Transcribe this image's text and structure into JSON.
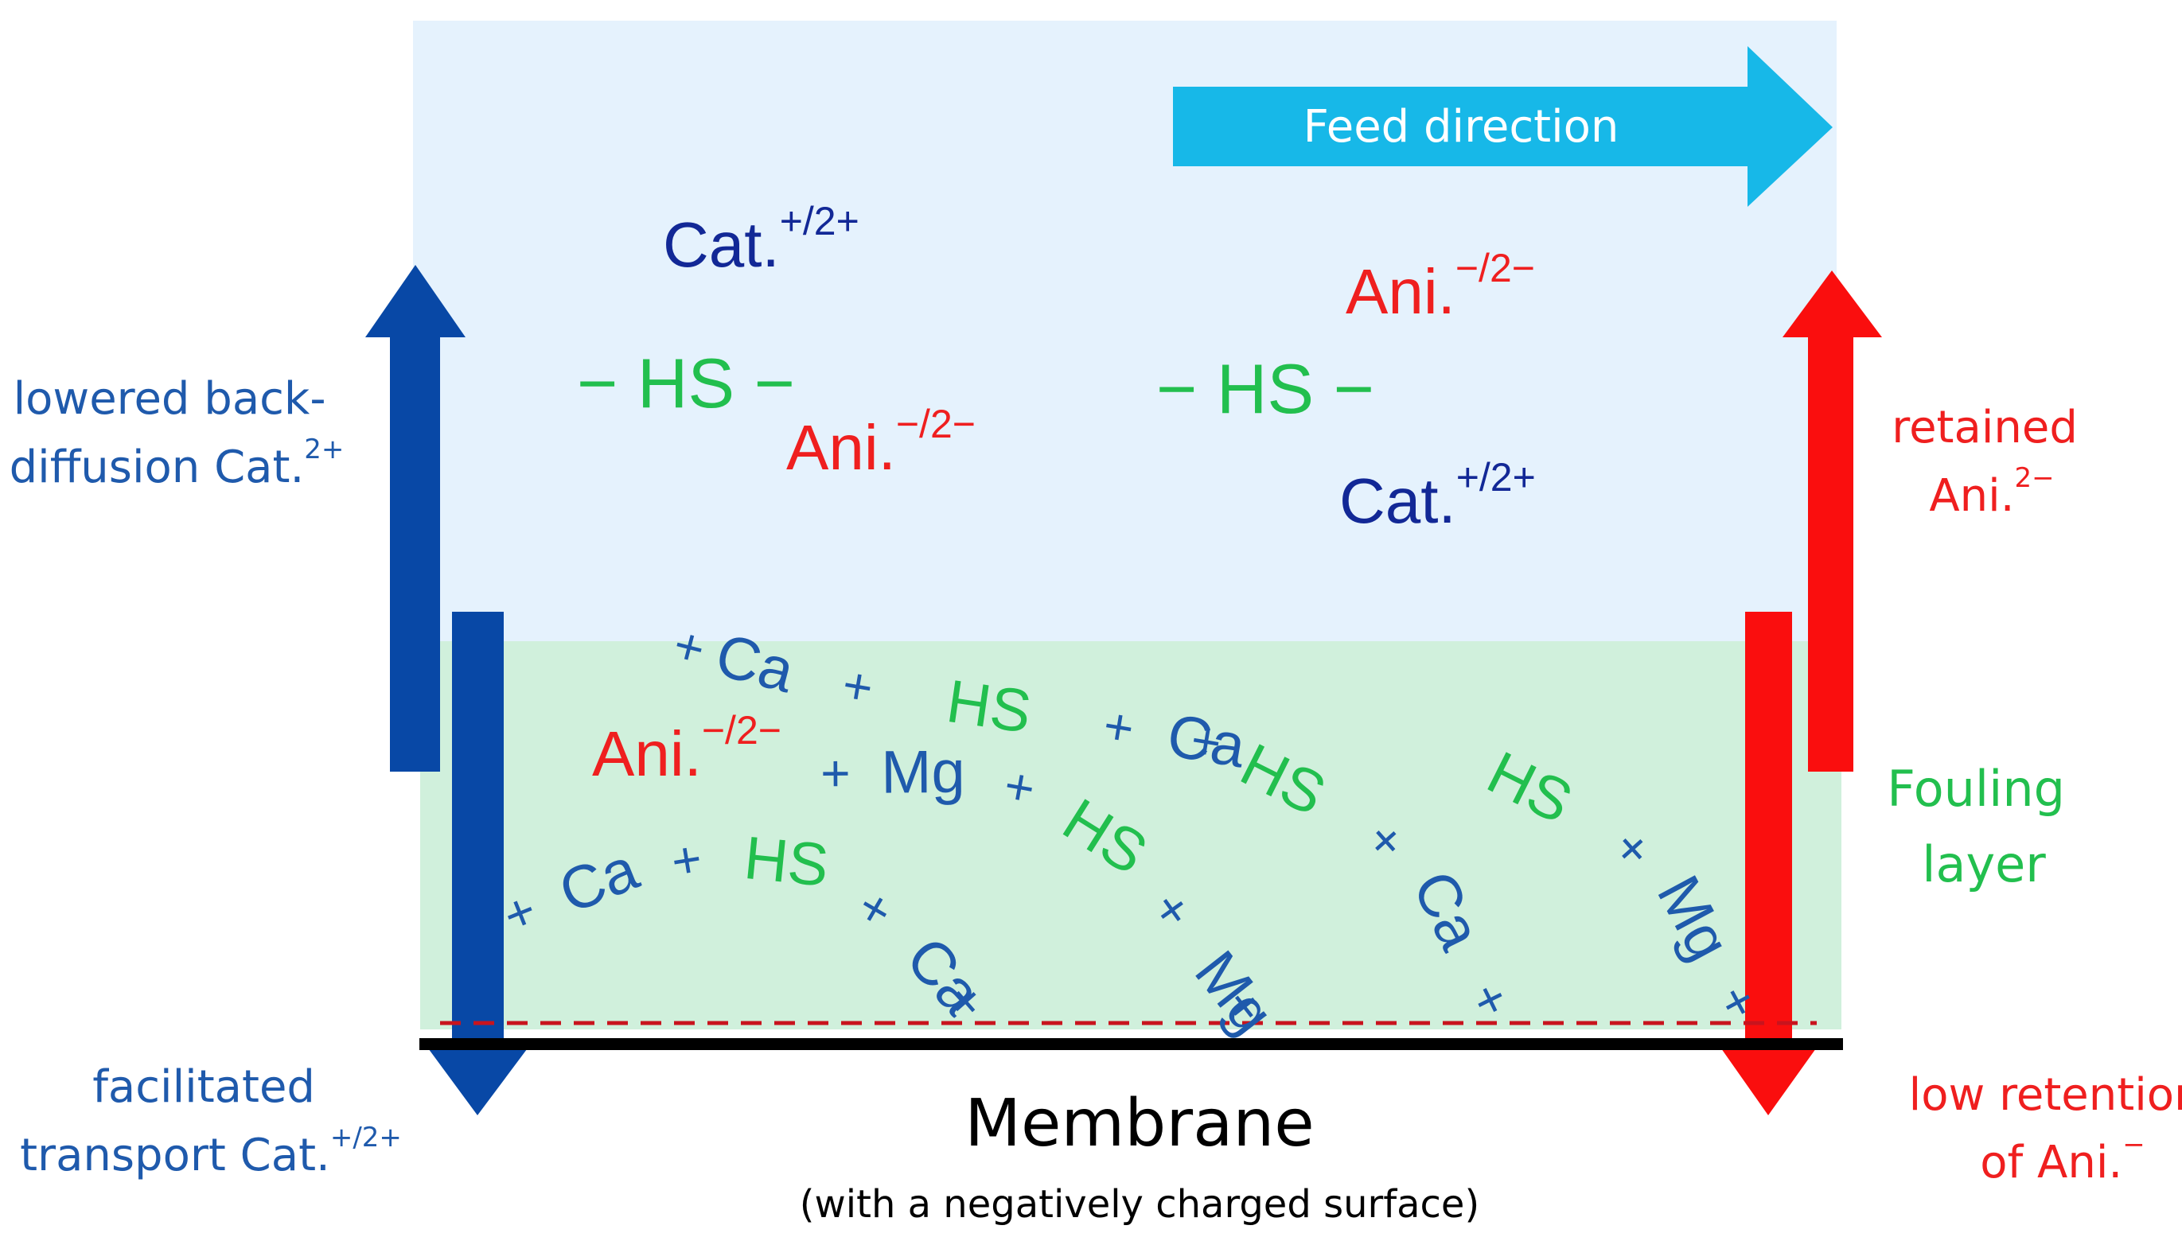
{
  "colors": {
    "bulk_bg": "#e5f2fd",
    "fouling_bg": "#d0f0dc",
    "feed_arrow": "#17b8e8",
    "cation_arrow": "#0848a6",
    "anion_arrow": "#fa0e0e",
    "cation_text": "#122896",
    "cation_text_light": "#1f5aac",
    "anion_text": "#ef1f1f",
    "hs_text": "#22bf4e",
    "membrane": "#000000",
    "dashed": "#c8141e"
  },
  "feed": {
    "label": "Feed direction"
  },
  "bulk_ions": {
    "cat_1": {
      "base": "Cat.",
      "charge": "+/2+"
    },
    "cat_2": {
      "base": "Cat.",
      "charge": "+/2+"
    },
    "ani_1": {
      "base": "Ani.",
      "charge": "−/2−"
    },
    "ani_2": {
      "base": "Ani.",
      "charge": "−/2−"
    },
    "hs_1": "− HS −",
    "hs_2": "− HS −"
  },
  "fouling_ions": {
    "ani": {
      "base": "Ani.",
      "charge": "−/2−"
    },
    "chain1": [
      {
        "t": "+",
        "c": "cat"
      },
      {
        "t": "Ca",
        "c": "cat"
      },
      {
        "t": "+",
        "c": "cat"
      },
      {
        "t": "HS",
        "c": "hs"
      },
      {
        "t": "+",
        "c": "cat"
      },
      {
        "t": "Ca",
        "c": "cat"
      },
      {
        "t": "+",
        "c": "cat"
      }
    ],
    "chain2": [
      {
        "t": "+",
        "c": "cat"
      },
      {
        "t": "Mg",
        "c": "cat"
      },
      {
        "t": "+",
        "c": "cat"
      },
      {
        "t": "HS",
        "c": "hs"
      },
      {
        "t": "+",
        "c": "cat"
      },
      {
        "t": "Mg",
        "c": "cat"
      },
      {
        "t": "+",
        "c": "cat"
      }
    ],
    "chain3": [
      {
        "t": "+",
        "c": "cat"
      },
      {
        "t": "Ca",
        "c": "cat"
      },
      {
        "t": "+",
        "c": "cat"
      },
      {
        "t": "HS",
        "c": "hs"
      },
      {
        "t": "+",
        "c": "cat"
      },
      {
        "t": "Ca",
        "c": "cat"
      },
      {
        "t": "+",
        "c": "cat"
      }
    ],
    "chain4": [
      {
        "t": "HS",
        "c": "hs"
      },
      {
        "t": "+",
        "c": "cat"
      },
      {
        "t": "Ca",
        "c": "cat"
      },
      {
        "t": "+",
        "c": "cat"
      }
    ],
    "chain5": [
      {
        "t": "HS",
        "c": "hs"
      },
      {
        "t": "+",
        "c": "cat"
      },
      {
        "t": "Mg",
        "c": "cat"
      },
      {
        "t": "+",
        "c": "cat"
      }
    ]
  },
  "labels": {
    "back_diffusion": {
      "line1": "lowered back-",
      "line2": "diffusion Cat.",
      "charge": "2+"
    },
    "facilitated": {
      "line1": "facilitated",
      "line2": "transport Cat.",
      "charge": "+/2+"
    },
    "retained": {
      "line1": "retained",
      "line2": "Ani.",
      "charge": "2−"
    },
    "low_retention": {
      "line1": "low retention",
      "line2": "of Ani.",
      "charge": "−"
    },
    "fouling": {
      "line1": "Fouling",
      "line2": "layer"
    },
    "membrane": "Membrane",
    "membrane_sub": "(with a negatively charged surface)"
  }
}
